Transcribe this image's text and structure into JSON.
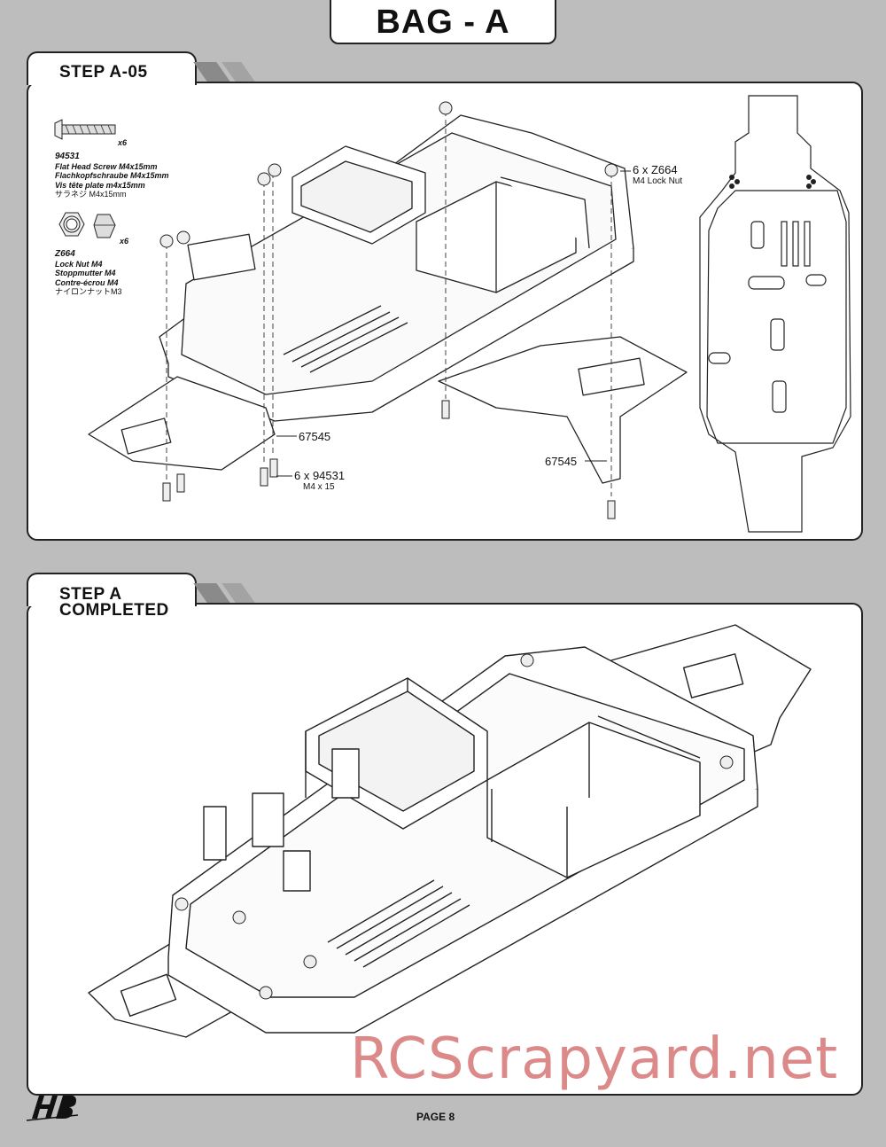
{
  "header": {
    "bag_title": "BAG - A"
  },
  "step1": {
    "title": "STEP A-05",
    "parts": [
      {
        "number": "94531",
        "qty": "x6",
        "lines": [
          "Flat Head Screw M4x15mm",
          "Flachkopfschraube M4x15mm",
          "Vis tête plate m4x15mm",
          "サラネジ M4x15mm"
        ]
      },
      {
        "number": "Z664",
        "qty": "x6",
        "lines": [
          "Lock Nut M4",
          "Stoppmutter M4",
          "Contre-écrou M4",
          "ナイロンナットM3"
        ]
      }
    ],
    "callouts": {
      "locknut_main": "6 x Z664",
      "locknut_sub": "M4 Lock Nut",
      "plate_left": "67545",
      "screw_main": "6 x 94531",
      "screw_sub": "M4 x 15",
      "plate_right": "67545"
    }
  },
  "step2": {
    "title_line1": "STEP A",
    "title_line2": "COMPLETED"
  },
  "footer": {
    "page": "PAGE 8",
    "watermark": "RCScrapyard.net"
  },
  "colors": {
    "background": "#bdbdbd",
    "panel": "#ffffff",
    "watermark": "#be2828"
  }
}
